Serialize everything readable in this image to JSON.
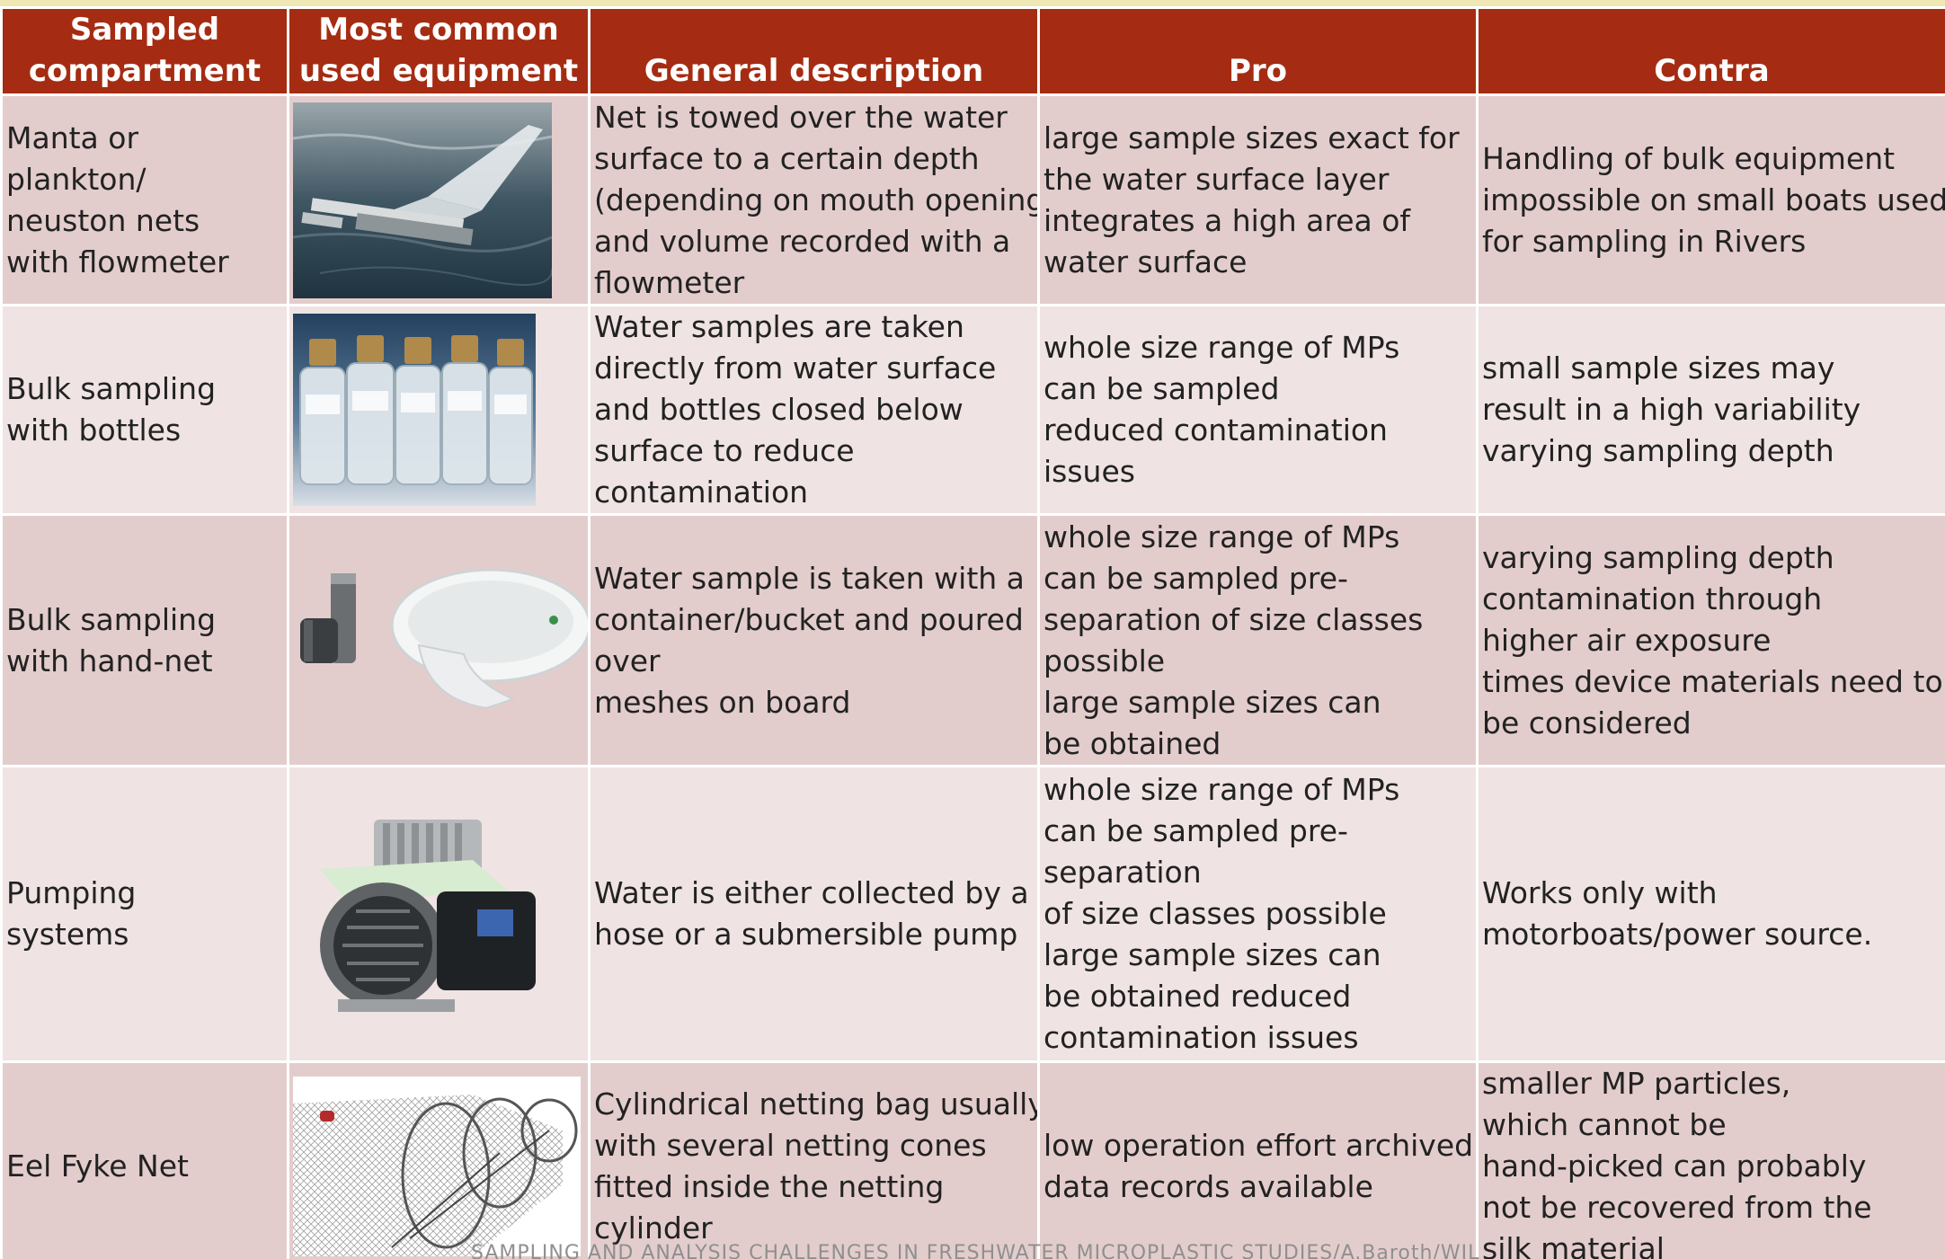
{
  "header": {
    "col1": [
      "Sampled",
      "compartment"
    ],
    "col2": [
      "Most common",
      "used equipment"
    ],
    "col3": [
      "General description"
    ],
    "col4": [
      "Pro"
    ],
    "col5": [
      "Contra"
    ]
  },
  "rows": [
    {
      "compartment": [
        "Manta or",
        "plankton/",
        "neuston nets",
        "with flowmeter"
      ],
      "equipment_icon": "manta-net-photo",
      "description": [
        "Net is towed over the water",
        "surface to a certain depth",
        "(depending on mouth opening)",
        "and volume recorded with a",
        "flowmeter"
      ],
      "pro": [
        "large sample sizes exact for",
        "the water surface layer",
        "integrates a high area of",
        "water surface"
      ],
      "contra": [
        "Handling of bulk equipment",
        "impossible on small boats used",
        "for sampling in Rivers"
      ]
    },
    {
      "compartment": [
        "Bulk sampling",
        "with bottles"
      ],
      "equipment_icon": "sample-bottles-photo",
      "description": [
        "Water samples are taken",
        "directly from water surface",
        "and bottles closed below",
        "surface to reduce",
        "contamination"
      ],
      "pro": [
        "whole size range of MPs",
        "can be sampled",
        "reduced contamination",
        "issues"
      ],
      "contra": [
        "small sample sizes may",
        "result in a high variability",
        "varying sampling depth"
      ]
    },
    {
      "compartment": [
        "Bulk sampling",
        "with hand-net"
      ],
      "equipment_icon": "hand-net-photo",
      "description": [
        "Water sample is taken with a",
        "container/bucket  and poured",
        "over",
        "meshes on board"
      ],
      "pro": [
        "whole size range of MPs",
        "can be sampled pre-",
        "separation of size classes",
        "possible",
        "large sample sizes can",
        "be obtained"
      ],
      "contra": [
        "varying sampling depth",
        "contamination through",
        "higher air exposure",
        "times device materials need to",
        "be considered"
      ]
    },
    {
      "compartment": [
        "Pumping",
        "systems"
      ],
      "equipment_icon": "pump-photo",
      "description": [
        "Water is either collected by a",
        "hose or a submersible pump"
      ],
      "pro": [
        "whole size range of MPs",
        "can be sampled pre-",
        "separation",
        "of size classes possible",
        "large sample sizes can",
        "be obtained reduced",
        "contamination issues"
      ],
      "contra": [
        "Works only with",
        "motorboats/power source."
      ]
    },
    {
      "compartment": [
        "Eel Fyke Net"
      ],
      "equipment_icon": "fyke-net-photo",
      "description": [
        "Cylindrical netting bag usually",
        "with several netting cones",
        "fitted inside the netting",
        "cylinder"
      ],
      "pro": [
        "low operation effort archived",
        "data records available"
      ],
      "contra": [
        "smaller MP particles,",
        "which cannot be",
        "hand-picked can probably",
        "not be recovered from the",
        "silk material"
      ]
    }
  ],
  "footer": "SAMPLING AND ANALYSIS CHALLENGES IN FRESHWATER MICROPLASTIC STUDIES/A.Baroth/WIL",
  "colors": {
    "header_bg": "#a52c12",
    "row_dark": "#e3cdcc",
    "row_light": "#efe4e3"
  }
}
